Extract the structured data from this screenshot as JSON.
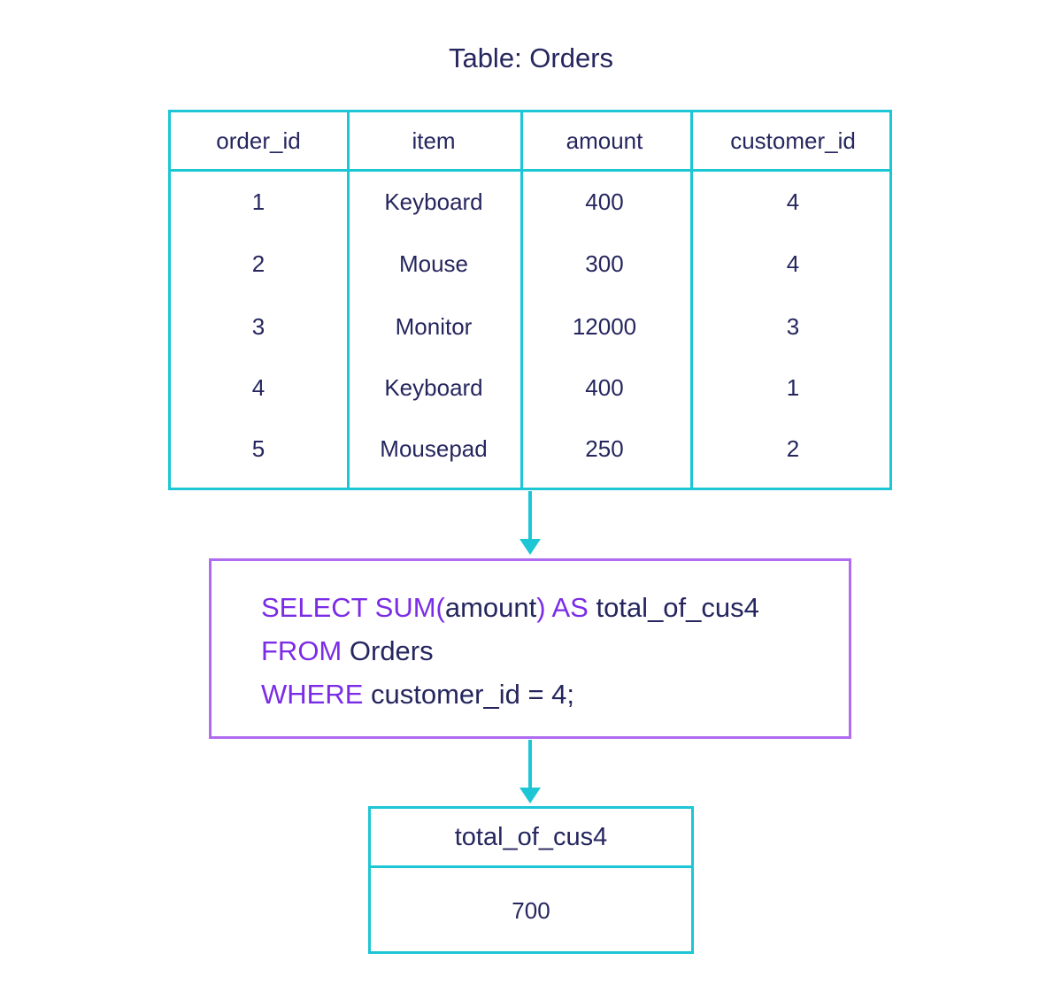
{
  "title": "Table: Orders",
  "orders": {
    "columns": [
      "order_id",
      "item",
      "amount",
      "customer_id"
    ],
    "rows": [
      [
        "1",
        "Keyboard",
        "400",
        "4"
      ],
      [
        "2",
        "Mouse",
        "300",
        "4"
      ],
      [
        "3",
        "Monitor",
        "12000",
        "3"
      ],
      [
        "4",
        "Keyboard",
        "400",
        "1"
      ],
      [
        "5",
        "Mousepad",
        "250",
        "2"
      ]
    ]
  },
  "query": {
    "line1": {
      "kw1": "SELECT SUM(",
      "ident1": "amount",
      "kw2": ") AS",
      "ident2": " total_of_cus4"
    },
    "line2": {
      "kw": "FROM",
      "ident": " Orders"
    },
    "line3": {
      "kw": "WHERE",
      "ident": " customer_id = 4;"
    }
  },
  "result": {
    "header": "total_of_cus4",
    "value": "700"
  },
  "colors": {
    "table_border": "#1cc6d4",
    "query_border": "#b06cf0",
    "keyword": "#7b2ce6",
    "text": "#25265e"
  }
}
